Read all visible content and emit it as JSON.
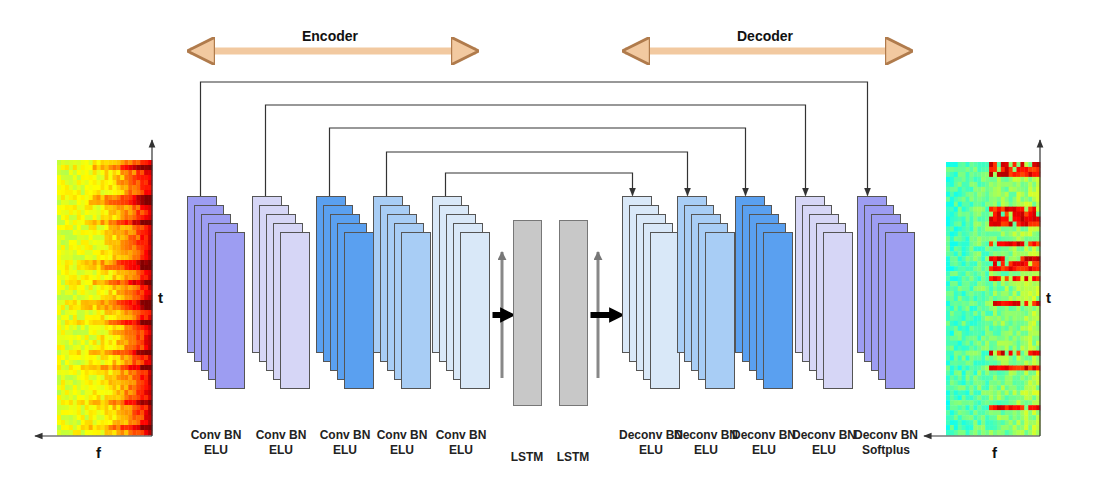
{
  "diagram": {
    "nodes": [
      {
        "text": [
          "Conv BN ELU"
        ]
      },
      {
        "text": [
          "Conv BN ELU"
        ]
      },
      {
        "text": [
          "Conv BN ELU"
        ]
      },
      {
        "text": [
          "Conv BN ELU"
        ]
      },
      {
        "text": [
          "Conv BN ELU"
        ]
      },
      {
        "text": [
          "LSTM"
        ]
      },
      {
        "text": [
          "LSTM"
        ]
      },
      {
        "text": [
          "Deconv BN ELU"
        ]
      },
      {
        "text": [
          "Deconv BN ELU"
        ]
      },
      {
        "text": [
          "Deconv BN ELU"
        ]
      },
      {
        "text": [
          "Deconv BN ELU"
        ]
      },
      {
        "text": [
          "Deconv BN Softplus"
        ]
      }
    ],
    "edges": [
      {
        "from": 0,
        "to": 11,
        "arrow": "to"
      },
      {
        "from": 1,
        "to": 10,
        "arrow": "to"
      },
      {
        "from": 2,
        "to": 9,
        "arrow": "to"
      },
      {
        "from": 3,
        "to": 8,
        "arrow": "to"
      },
      {
        "from": 4,
        "to": 7,
        "arrow": "to"
      },
      {
        "from": 4,
        "to": 5,
        "arrow": "to"
      },
      {
        "from": 6,
        "to": 7,
        "arrow": "to"
      }
    ],
    "labels": [
      "Encoder",
      "Decoder",
      "t",
      "f",
      "t",
      "f"
    ]
  }
}
